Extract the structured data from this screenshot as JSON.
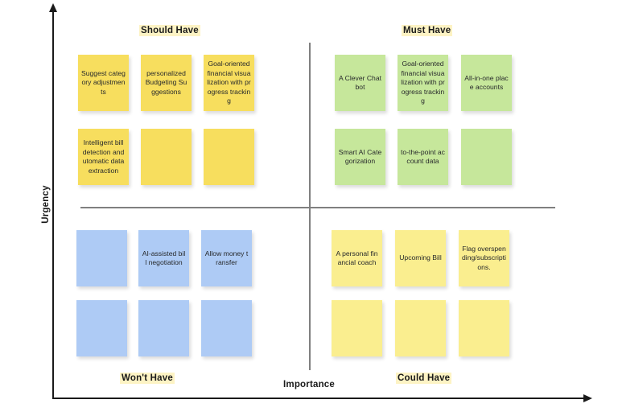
{
  "axes": {
    "y_label": "Urgency",
    "x_label": "Importance"
  },
  "colors": {
    "yellow_deep": "#f7de5e",
    "green": "#c6e79b",
    "blue": "#aecbf5",
    "yellow_pale": "#faee8f",
    "axis": "#1a1a1a",
    "divider": "#808080",
    "label_highlight": "#fdf3c4"
  },
  "quadrants": [
    {
      "key": "should_have",
      "label": "Should Have",
      "color": "yellow_deep",
      "notes": [
        "Suggest category adjustments",
        "personalized Budgeting Suggestions",
        "Goal-oriented financial visualization with progress tracking",
        "Intelligent bill detection and utomatic data extraction",
        "",
        ""
      ]
    },
    {
      "key": "must_have",
      "label": "Must Have",
      "color": "green",
      "notes": [
        "A Clever Chatbot",
        "Goal-oriented financial visualization with progress tracking",
        "All-in-one place accounts",
        "Smart AI Categorization",
        "to-the-point account data",
        ""
      ]
    },
    {
      "key": "wont_have",
      "label": "Won't Have",
      "color": "blue",
      "notes": [
        "",
        "AI-assisted bill negotiation",
        "Allow money transfer",
        "",
        "",
        ""
      ]
    },
    {
      "key": "could_have",
      "label": "Could Have",
      "color": "yellow_pale",
      "notes": [
        "A personal financial coach",
        "Upcoming Bill",
        "Flag overspending/subscriptions.",
        "",
        "",
        ""
      ]
    }
  ]
}
